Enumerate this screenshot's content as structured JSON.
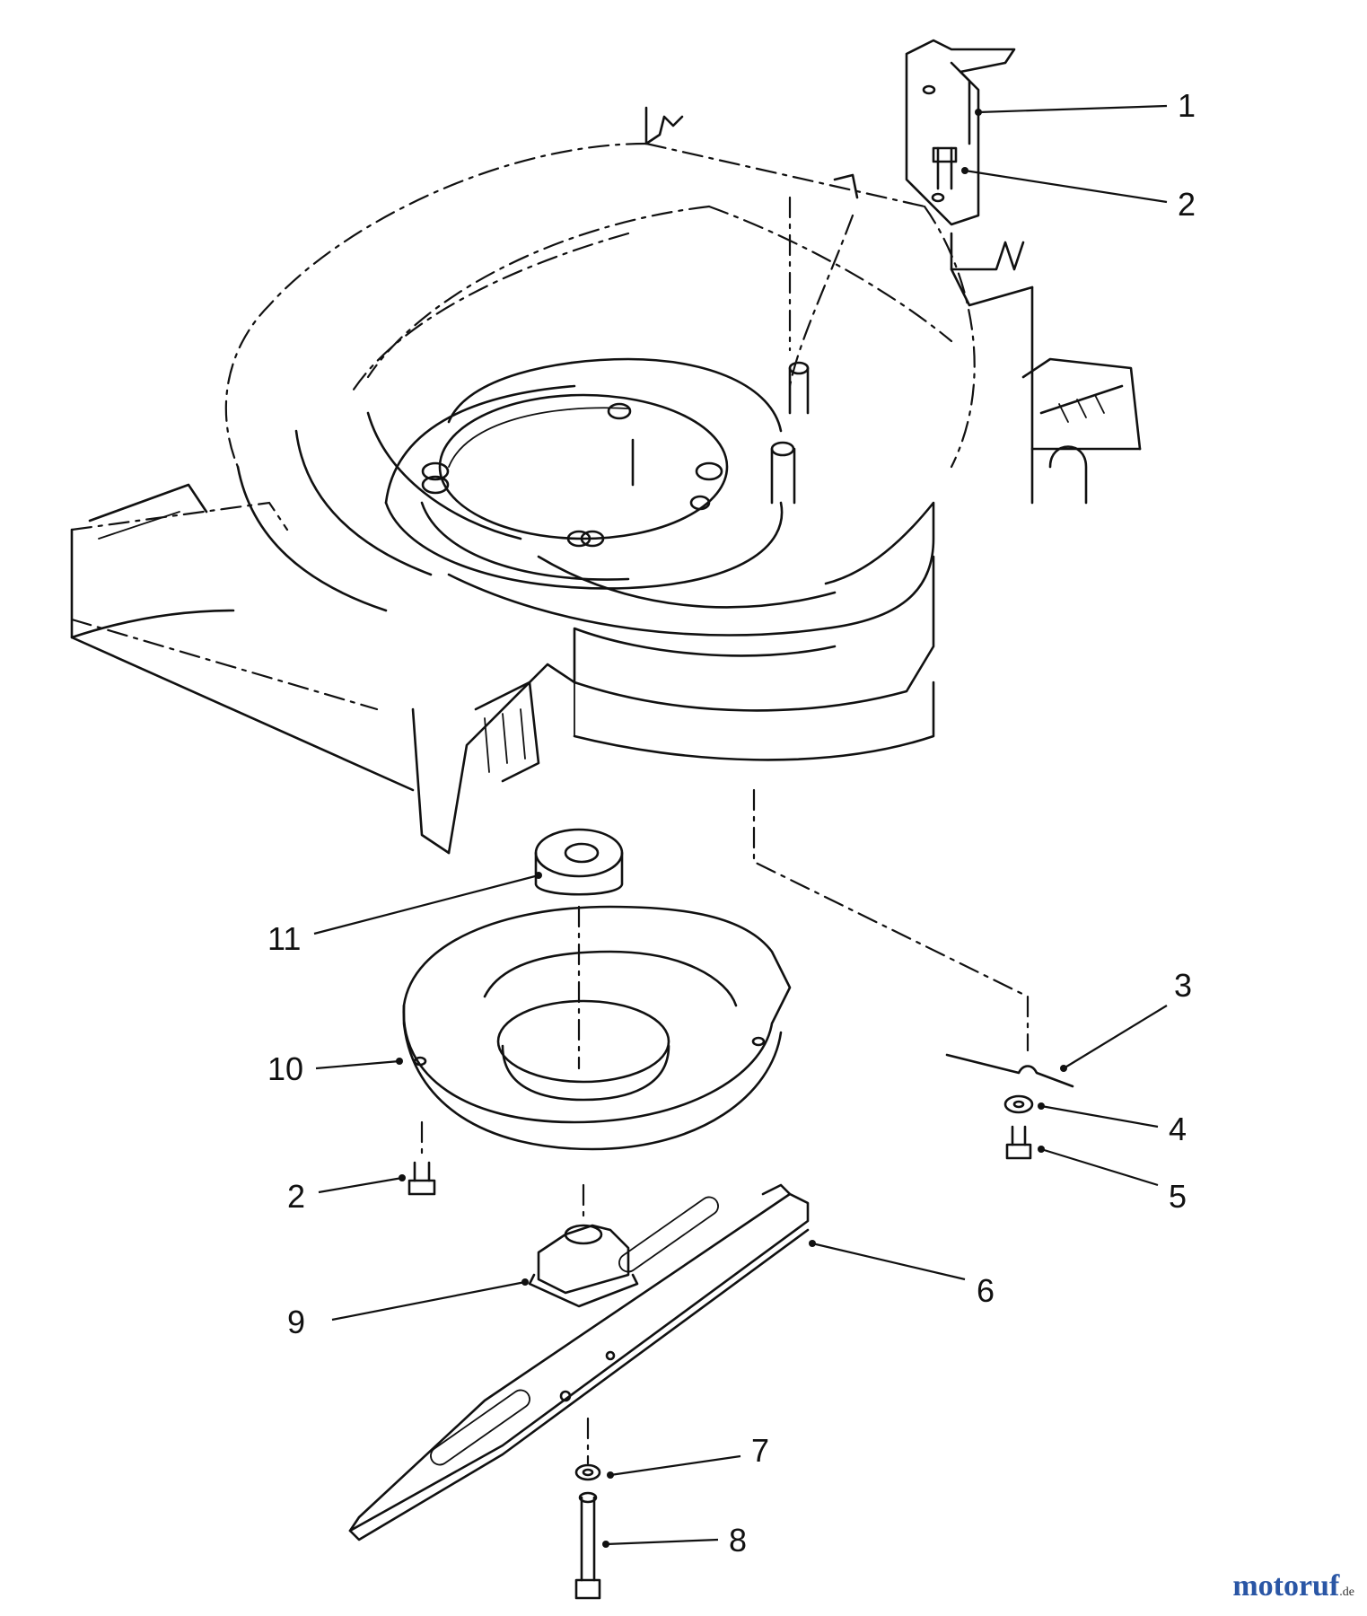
{
  "diagram": {
    "callouts": [
      {
        "id": "c1",
        "number": "1"
      },
      {
        "id": "c2a",
        "number": "2"
      },
      {
        "id": "c3",
        "number": "3"
      },
      {
        "id": "c4",
        "number": "4"
      },
      {
        "id": "c5",
        "number": "5"
      },
      {
        "id": "c6",
        "number": "6"
      },
      {
        "id": "c7",
        "number": "7"
      },
      {
        "id": "c8",
        "number": "8"
      },
      {
        "id": "c9",
        "number": "9"
      },
      {
        "id": "c10",
        "number": "10"
      },
      {
        "id": "c11",
        "number": "11"
      },
      {
        "id": "c2b",
        "number": "2"
      }
    ]
  },
  "watermark": {
    "name": "motoruf",
    "suffix": ".de"
  }
}
